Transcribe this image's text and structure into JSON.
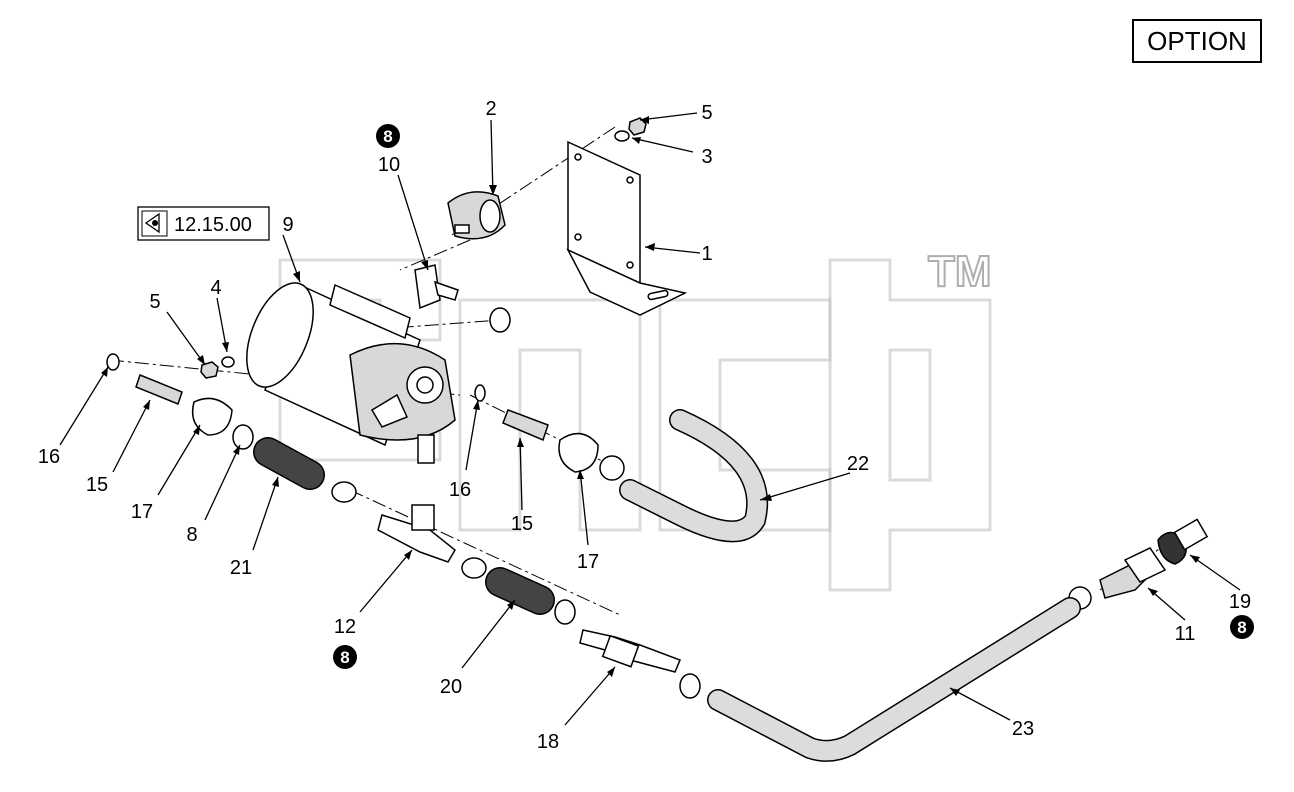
{
  "option_label": "OPTION",
  "reference_label": "12.15.00",
  "badge_value": "8",
  "watermark_tm": "TM",
  "callouts": {
    "c1": "1",
    "c2": "2",
    "c3": "3",
    "c4": "4",
    "c5a": "5",
    "c5b": "5",
    "c8": "8",
    "c9": "9",
    "c10": "10",
    "c11": "11",
    "c12": "12",
    "c15a": "15",
    "c15b": "15",
    "c16a": "16",
    "c16b": "16",
    "c17a": "17",
    "c17b": "17",
    "c18": "18",
    "c19": "19",
    "c20": "20",
    "c21": "21",
    "c22": "22",
    "c23": "23"
  },
  "icons": {
    "reference": "eye-view-icon",
    "badge": "filled-circle-number-icon"
  }
}
